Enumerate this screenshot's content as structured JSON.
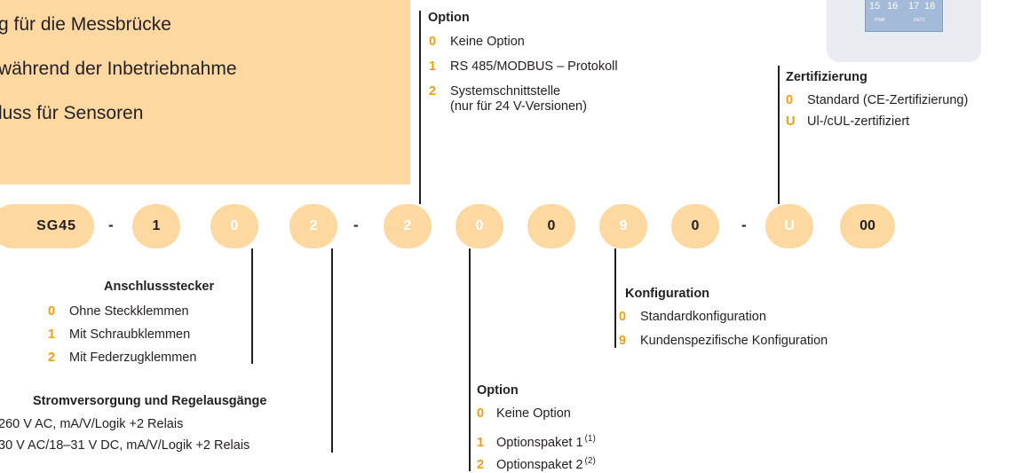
{
  "description_box": {
    "lines": [
      "g für die Messbrücke",
      "während der Inbetriebnahme",
      "luss für Sensoren"
    ]
  },
  "device": {
    "terminals": [
      "15",
      "16",
      "17",
      "18"
    ],
    "labels": [
      "PWR",
      "OUT1"
    ]
  },
  "order_code": {
    "segments": [
      "SG45",
      "1",
      "0",
      "2",
      "2",
      "0",
      "0",
      "9",
      "0",
      "U",
      "00"
    ],
    "separator": "-"
  },
  "groups": {
    "option_top": {
      "title": "Option",
      "items": [
        {
          "code": "0",
          "label": "Keine Option"
        },
        {
          "code": "1",
          "label": "RS 485/MODBUS – Protokoll"
        },
        {
          "code": "2",
          "label": "Systemschnittstelle",
          "label2": "(nur für 24 V-Versionen)"
        }
      ]
    },
    "zertifizierung": {
      "title": "Zertifizierung",
      "items": [
        {
          "code": "0",
          "label": "Standard (CE-Zertifizierung)"
        },
        {
          "code": "U",
          "label": "Ul-/cUL-zertifiziert"
        }
      ]
    },
    "anschlussstecker": {
      "title": "Anschlussstecker",
      "items": [
        {
          "code": "0",
          "label": "Ohne Steckklemmen"
        },
        {
          "code": "1",
          "label": "Mit Schraubklemmen"
        },
        {
          "code": "2",
          "label": "Mit Federzugklemmen"
        }
      ]
    },
    "stromversorgung": {
      "title": "Stromversorgung und Regelausgänge",
      "items": [
        {
          "label": "260 V AC, mA/V/Logik +2 Relais"
        },
        {
          "label": "30 V AC/18–31 V DC, mA/V/Logik +2 Relais"
        }
      ]
    },
    "konfiguration": {
      "title": "Konfiguration",
      "items": [
        {
          "code": "0",
          "label": "Standardkonfiguration"
        },
        {
          "code": "9",
          "label": "Kundenspezifische Konfiguration"
        }
      ]
    },
    "option_bottom": {
      "title": "Option",
      "items": [
        {
          "code": "0",
          "label": "Keine Option"
        },
        {
          "code": "1",
          "label": "Optionspaket 1",
          "sup": "(1)"
        },
        {
          "code": "2",
          "label": "Optionspaket 2",
          "sup": "(2)"
        }
      ]
    }
  },
  "colors": {
    "highlight": "#fdd9a1",
    "code_accent": "#f39c12",
    "text": "#231f20"
  }
}
